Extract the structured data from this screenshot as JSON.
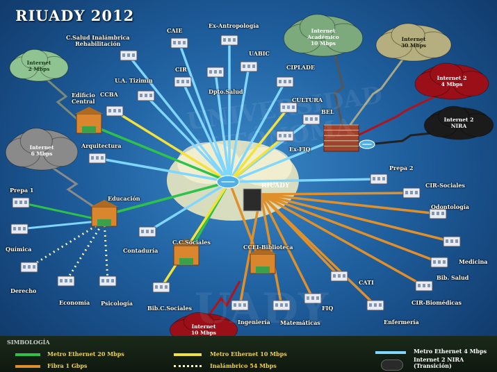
{
  "title": "RIUADY 2012",
  "logo_text": "RIUADY",
  "colors": {
    "metro20": "#2ec24a",
    "metro10": "#f2e23a",
    "fibra": "#e0902a",
    "wireless": "#fff7b0",
    "metro4": "#7fd6ff",
    "router": "#4fb0e8"
  },
  "clouds": {
    "internet_2mbps": "Internet\n2 Mbps",
    "internet_academico": "Internet\nAcadémico\n10 Mbps",
    "internet_30mbps": "Internet\n30 Mbps",
    "internet2_4mbps": "Internet 2\n4 Mbps",
    "internet2_nira": "Internet 2\nNIRA",
    "internet_6mbps": "Internet\n6 Mbps",
    "internet_10mbps": "Internet\n10 Mbps"
  },
  "nodes": {
    "c_salud": "C.Salud Inalámbrica\nRehabilitación",
    "caie": "CAIE",
    "ex_antropologia": "Ex-Antropología",
    "uabic": "UABIC",
    "ciplade": "CIPLADE",
    "cir": "CIR",
    "dpto_salud": "Dpto.Salud",
    "ua_tizimin": "U.A. Tizimín",
    "ccba": "CCBA",
    "edificio_central": "Edificio\nCentral",
    "cultura": "CULTURA",
    "bel": "BEL",
    "ex_fiq": "Ex-FIQ",
    "arquitectura": "Arquitectura",
    "prepa2": "Prepa 2",
    "cir_sociales": "CIR-Sociales",
    "odontologia": "Odontología",
    "medicina": "Medicina",
    "bib_salud": "Bib. Salud",
    "cir_biomedicas": "CIR-Biomédicas",
    "enfermeria": "Enfermería",
    "cati": "CATI",
    "fiq": "FIQ",
    "matematicas": "Matemáticas",
    "ingenieria": "Ingeniería",
    "ccei_biblioteca": "CCEI-Biblioteca",
    "cc_sociales": "C.C.Sociales",
    "contaduria": "Contaduría",
    "bib_c_sociales": "Bib.C.Sociales",
    "educacion": "Educación",
    "prepa1": "Prepa 1",
    "quimica": "Química",
    "derecho": "Derecho",
    "economia": "Economía",
    "psicologia": "Psicología"
  },
  "legend": {
    "heading": "SIMBOLOGÍA",
    "metro20": "Metro Ethernet 20 Mbps",
    "fibra": "Fibra 1 Gbps",
    "metro10": "Metro Ethernet 10 Mbps",
    "wireless": "Inalámbrico 54 Mbps",
    "metro4": "Metro Ethernet 4 Mbps",
    "nira": "Internet 2 NIRA\n(Transición)"
  }
}
